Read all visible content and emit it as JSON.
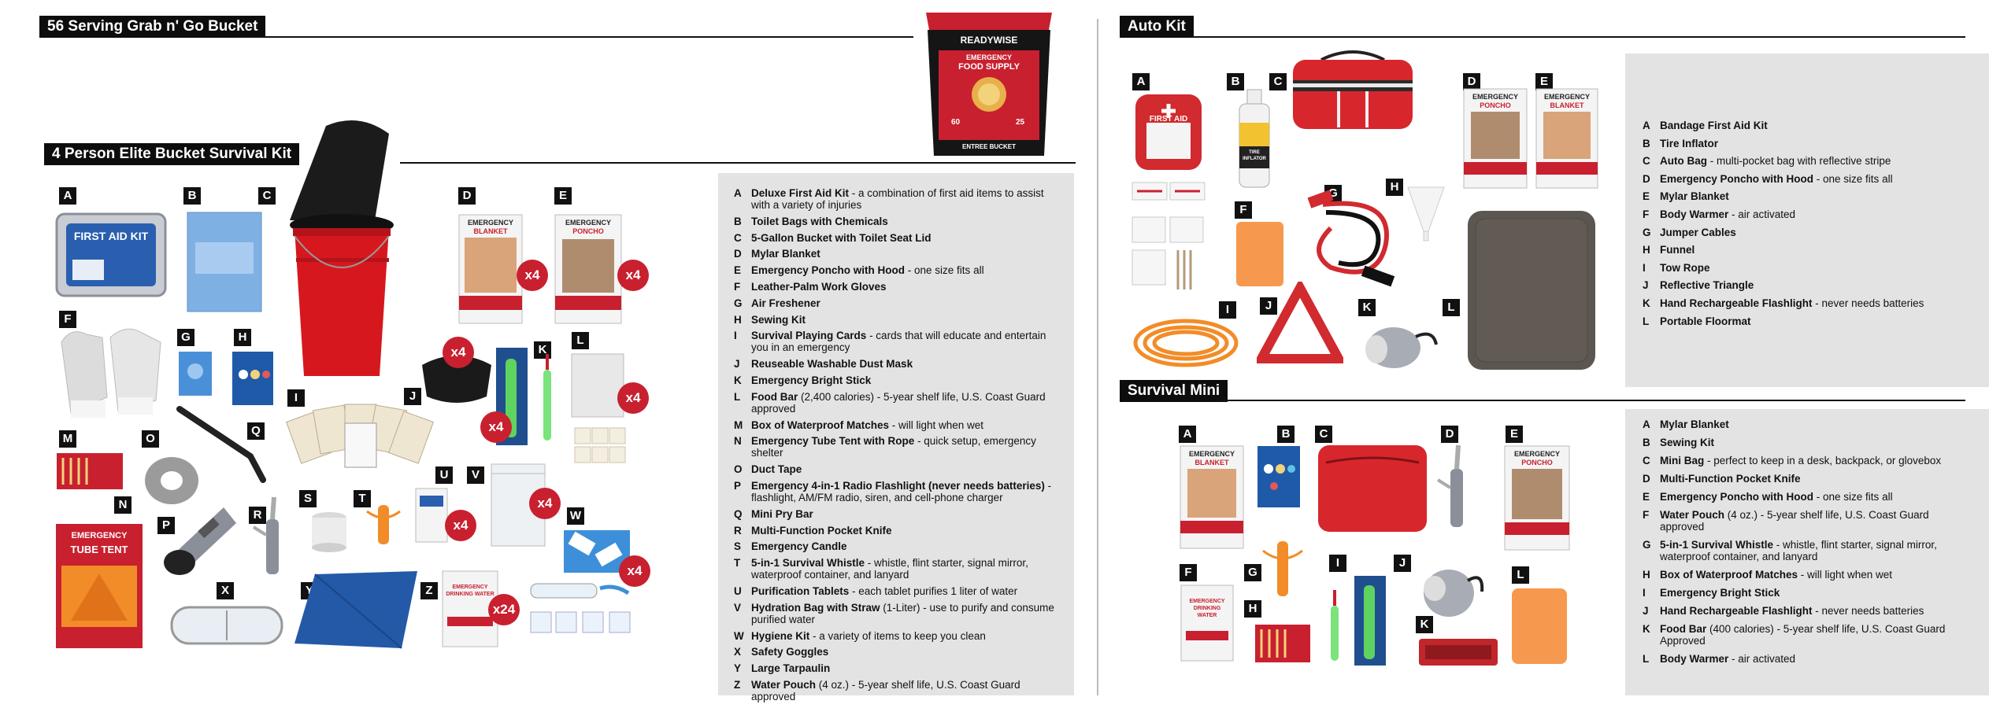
{
  "colors": {
    "accent_red": "#c8202f",
    "label_black": "#0d0d0d",
    "panel_gray": "#e3e3e3",
    "divider_gray": "#bbbbbb"
  },
  "sections": {
    "grab_go": "56 Serving Grab n' Go Bucket",
    "elite_bucket": "4 Person Elite Bucket Survival Kit",
    "auto_kit": "Auto Kit",
    "survival_mini": "Survival Mini"
  },
  "bucket_product": {
    "brand": "READYWISE",
    "line1": "EMERGENCY",
    "line2": "FOOD SUPPLY",
    "left_num": "60",
    "right_num": "25",
    "footer": "ENTREE BUCKET"
  },
  "elite_items": [
    {
      "letter": "A",
      "name": "Deluxe First Aid Kit",
      "desc": " - a combination of first aid items to assist with a variety of injuries"
    },
    {
      "letter": "B",
      "name": "Toilet Bags with Chemicals",
      "desc": ""
    },
    {
      "letter": "C",
      "name": "5-Gallon Bucket with Toilet Seat Lid",
      "desc": ""
    },
    {
      "letter": "D",
      "name": "Mylar Blanket",
      "desc": ""
    },
    {
      "letter": "E",
      "name": "Emergency Poncho with Hood",
      "desc": " - one size fits all"
    },
    {
      "letter": "F",
      "name": "Leather-Palm Work Gloves",
      "desc": ""
    },
    {
      "letter": "G",
      "name": "Air Freshener",
      "desc": ""
    },
    {
      "letter": "H",
      "name": "Sewing Kit",
      "desc": ""
    },
    {
      "letter": "I",
      "name": "Survival Playing Cards",
      "desc": " - cards that will educate and entertain you in an emergency"
    },
    {
      "letter": "J",
      "name": "Reuseable Washable Dust Mask",
      "desc": ""
    },
    {
      "letter": "K",
      "name": "Emergency Bright Stick",
      "desc": ""
    },
    {
      "letter": "L",
      "name": "Food Bar",
      "desc": " (2,400 calories) - 5-year shelf life, U.S. Coast Guard approved"
    },
    {
      "letter": "M",
      "name": "Box of Waterproof Matches",
      "desc": " - will light when wet"
    },
    {
      "letter": "N",
      "name": "Emergency Tube Tent with Rope",
      "desc": " - quick setup, emergency shelter"
    },
    {
      "letter": "O",
      "name": "Duct Tape",
      "desc": ""
    },
    {
      "letter": "P",
      "name": "Emergency 4-in-1 Radio Flashlight (never needs batteries)",
      "desc": " - flashlight, AM/FM radio, siren, and cell-phone charger"
    },
    {
      "letter": "Q",
      "name": "Mini Pry Bar",
      "desc": ""
    },
    {
      "letter": "R",
      "name": "Multi-Function Pocket Knife",
      "desc": ""
    },
    {
      "letter": "S",
      "name": "Emergency Candle",
      "desc": ""
    },
    {
      "letter": "T",
      "name": "5-in-1 Survival Whistle",
      "desc": " - whistle, flint starter, signal mirror, waterproof container, and lanyard"
    },
    {
      "letter": "U",
      "name": "Purification Tablets",
      "desc": " - each tablet purifies 1 liter of water"
    },
    {
      "letter": "V",
      "name": "Hydration Bag with Straw",
      "desc": " (1-Liter) - use to purify and consume purified water"
    },
    {
      "letter": "W",
      "name": "Hygiene Kit",
      "desc": " - a variety of items to keep you clean"
    },
    {
      "letter": "X",
      "name": "Safety Goggles",
      "desc": ""
    },
    {
      "letter": "Y",
      "name": "Large Tarpaulin",
      "desc": ""
    },
    {
      "letter": "Z",
      "name": "Water Pouch",
      "desc": " (4 oz.) - 5-year shelf life, U.S. Coast Guard approved"
    }
  ],
  "auto_items": [
    {
      "letter": "A",
      "name": "Bandage First Aid Kit",
      "desc": ""
    },
    {
      "letter": "B",
      "name": "Tire Inflator",
      "desc": ""
    },
    {
      "letter": "C",
      "name": "Auto Bag",
      "desc": " - multi-pocket bag with reflective stripe"
    },
    {
      "letter": "D",
      "name": "Emergency Poncho with Hood",
      "desc": " - one size fits all"
    },
    {
      "letter": "E",
      "name": "Mylar Blanket",
      "desc": ""
    },
    {
      "letter": "F",
      "name": "Body Warmer",
      "desc": " - air activated"
    },
    {
      "letter": "G",
      "name": "Jumper Cables",
      "desc": ""
    },
    {
      "letter": "H",
      "name": "Funnel",
      "desc": ""
    },
    {
      "letter": "I",
      "name": "Tow Rope",
      "desc": ""
    },
    {
      "letter": "J",
      "name": "Reflective Triangle",
      "desc": ""
    },
    {
      "letter": "K",
      "name": "Hand Rechargeable Flashlight",
      "desc": " - never needs batteries"
    },
    {
      "letter": "L",
      "name": "Portable Floormat",
      "desc": ""
    }
  ],
  "mini_items": [
    {
      "letter": "A",
      "name": "Mylar Blanket",
      "desc": ""
    },
    {
      "letter": "B",
      "name": "Sewing Kit",
      "desc": ""
    },
    {
      "letter": "C",
      "name": "Mini Bag",
      "desc": " - perfect to keep in a desk, backpack, or glovebox"
    },
    {
      "letter": "D",
      "name": "Multi-Function Pocket Knife",
      "desc": ""
    },
    {
      "letter": "E",
      "name": "Emergency Poncho with Hood",
      "desc": " - one size fits all"
    },
    {
      "letter": "F",
      "name": "Water Pouch",
      "desc": " (4 oz.) - 5-year shelf life, U.S. Coast Guard approved"
    },
    {
      "letter": "G",
      "name": "5-in-1 Survival Whistle",
      "desc": " - whistle, flint starter, signal mirror, waterproof container, and lanyard"
    },
    {
      "letter": "H",
      "name": "Box of Waterproof Matches",
      "desc": " - will light when wet"
    },
    {
      "letter": "I",
      "name": "Emergency Bright Stick",
      "desc": ""
    },
    {
      "letter": "J",
      "name": "Hand Rechargeable Flashlight",
      "desc": " - never needs batteries"
    },
    {
      "letter": "K",
      "name": "Food Bar",
      "desc": " (400 calories) - 5-year shelf life, U.S. Coast Guard Approved"
    },
    {
      "letter": "L",
      "name": "Body Warmer",
      "desc": " - air activated"
    }
  ],
  "product_text": {
    "first_aid_kit": "FIRST AID KIT",
    "emergency": "EMERGENCY",
    "blanket": "BLANKET",
    "poncho": "PONCHO",
    "tube_tent": "TUBE TENT",
    "first_aid": "FIRST AID",
    "tire_inflator": "TIRE INFLATOR",
    "drinking_water": "EMERGENCY DRINKING WATER"
  },
  "quantities": {
    "x4": "x4",
    "x24": "x24"
  }
}
